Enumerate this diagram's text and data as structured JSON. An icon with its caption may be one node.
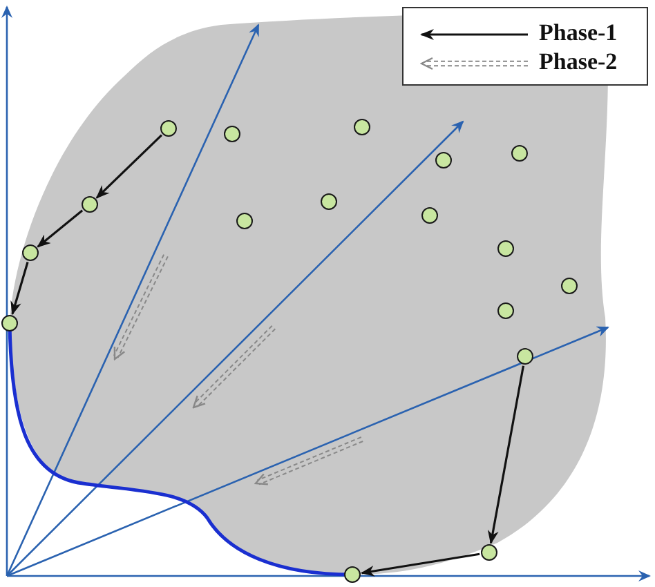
{
  "diagram": {
    "nodes": [
      {
        "text": [],
        "shape": "circle"
      },
      {
        "text": [],
        "shape": "circle"
      },
      {
        "text": [],
        "shape": "circle"
      },
      {
        "text": [],
        "shape": "circle"
      },
      {
        "text": [],
        "shape": "circle"
      },
      {
        "text": [],
        "shape": "circle"
      },
      {
        "text": [],
        "shape": "circle"
      },
      {
        "text": [],
        "shape": "circle"
      },
      {
        "text": [],
        "shape": "circle"
      },
      {
        "text": [],
        "shape": "circle"
      },
      {
        "text": [],
        "shape": "circle"
      },
      {
        "text": [],
        "shape": "circle"
      },
      {
        "text": [],
        "shape": "circle"
      },
      {
        "text": [],
        "shape": "circle"
      },
      {
        "text": [],
        "shape": "circle"
      },
      {
        "text": [],
        "shape": "circle"
      },
      {
        "text": [],
        "shape": "circle"
      }
    ],
    "edges": [
      {
        "from": 1,
        "to": 6,
        "arrow": "to"
      },
      {
        "from": 6,
        "to": 10,
        "arrow": "to"
      },
      {
        "from": 10,
        "to": 13,
        "arrow": "to"
      },
      {
        "from": 14,
        "to": 15,
        "arrow": "to"
      },
      {
        "from": 15,
        "to": 16,
        "arrow": "to"
      }
    ],
    "legend": [
      {
        "text": "Phase-1"
      },
      {
        "text": "Phase-2"
      }
    ]
  }
}
